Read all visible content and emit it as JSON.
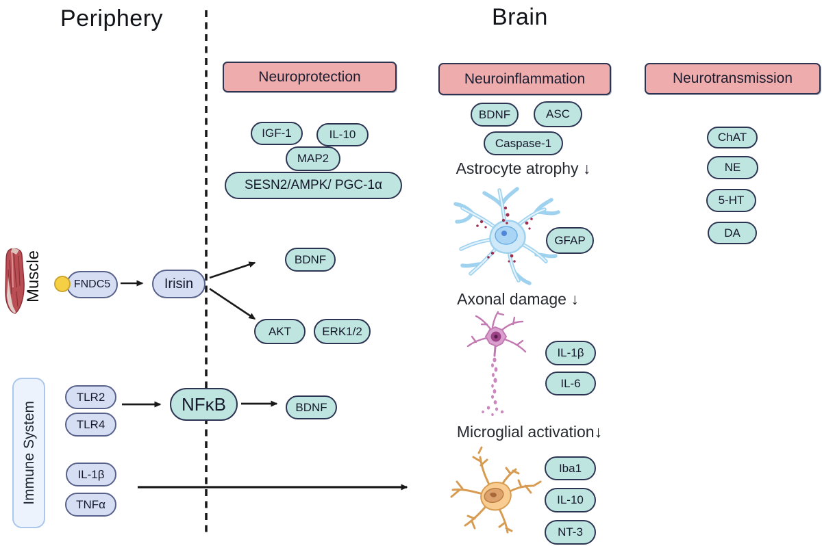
{
  "titles": {
    "periphery": "Periphery",
    "brain": "Brain"
  },
  "colors": {
    "header_pink": "#efacac",
    "pill_teal": "#bfe5e0",
    "pill_lavender": "#d6def4",
    "border_navy": "#2c3452",
    "immune_box_fill": "#edf3fc",
    "immune_box_border": "#abc7ec",
    "ligand_yellow": "#f6d044",
    "astrocyte_blue": "#cfe9f8",
    "neuron_purple": "#d9a0ce",
    "microglia_orange": "#f9cd92"
  },
  "periphery": {
    "muscle_label": "Muscle",
    "fndc5": "FNDC5",
    "irisin": "Irisin",
    "immune_label": "Immune System",
    "tlr2": "TLR2",
    "tlr4": "TLR4",
    "nfkb": "NFκB",
    "bdnf": "BDNF",
    "il1b": "IL-1β",
    "tnfa": "TNFα"
  },
  "neuroprotection": {
    "header": "Neuroprotection",
    "pills": [
      "IGF-1",
      "IL-10",
      "MAP2",
      "SESN2/AMPK/ PGC-1α",
      "BDNF",
      "AKT",
      "ERK1/2"
    ]
  },
  "neuroinflammation": {
    "header": "Neuroinflammation",
    "bdnf": "BDNF",
    "asc": "ASC",
    "caspase1": "Caspase-1",
    "astrocyte_caption": "Astrocyte atrophy ↓",
    "gfap": "GFAP",
    "axonal_caption": "Axonal damage ↓",
    "il1b": "IL-1β",
    "il6": "IL-6",
    "microglia_caption": "Microglial activation↓",
    "iba1": "Iba1",
    "il10": "IL-10",
    "nt3": "NT-3"
  },
  "neurotransmission": {
    "header": "Neurotransmission",
    "pills": [
      "ChAT",
      "NE",
      "5-HT",
      "DA"
    ]
  }
}
